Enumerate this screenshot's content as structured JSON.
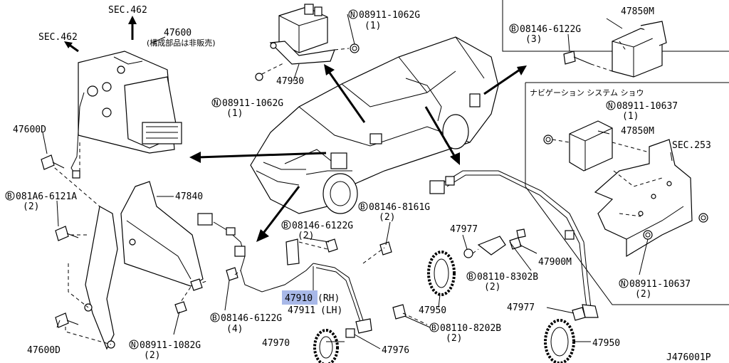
{
  "diagram": {
    "code": "J476001P",
    "navi_section_title": "ナビゲーション システム ショウ",
    "labels": {
      "sec462_top": "SEC.462",
      "sec462_left": "SEC.462",
      "p47600": "47600",
      "p47600_note": "(構成部品は非販売)",
      "p47600D_top": "47600D",
      "p47600D_bottom": "47600D",
      "p47840": "47840",
      "b081A6": "081A6-6121A",
      "b081A6_qty": "(2)",
      "p47930": "47930",
      "n08911_1062G_top": "08911-1062G",
      "n08911_1062G_top_qty": "(1)",
      "n08911_1062G_mid": "08911-1062G",
      "n08911_1062G_mid_qty": "(1)",
      "b08146_6122G_top": "08146-6122G",
      "b08146_6122G_top_qty": "(3)",
      "p47850M_top": "47850M",
      "n08911_10637_top": "08911-10637",
      "n08911_10637_top_qty": "(1)",
      "p47850M_mid": "47850M",
      "sec253": "SEC.253",
      "b08146_8161G": "08146-8161G",
      "b08146_8161G_qty": "(2)",
      "b08146_6122G_mid": "08146-6122G",
      "b08146_6122G_mid_qty": "(2)",
      "p47977_top": "47977",
      "p47900M": "47900M",
      "b08110_8302B": "08110-8302B",
      "b08110_8302B_qty": "(2)",
      "p47910": "47910",
      "p47910_side": "(RH)",
      "p47911": "47911",
      "p47911_side": "(LH)",
      "p47950_mid": "47950",
      "n08911_10637_bot": "08911-10637",
      "n08911_10637_bot_qty": "(2)",
      "b08146_6122G_low": "08146-6122G",
      "b08146_6122G_low_qty": "(4)",
      "p47977_bot": "47977",
      "b08110_8202B": "08110-8202B",
      "b08110_8202B_qty": "(2)",
      "n08911_1082G": "08911-1082G",
      "n08911_1082G_qty": "(2)",
      "p47970": "47970",
      "p47976": "47976",
      "p47950_bot": "47950"
    },
    "symbols": {
      "bolt": "B",
      "nut": "N"
    }
  }
}
